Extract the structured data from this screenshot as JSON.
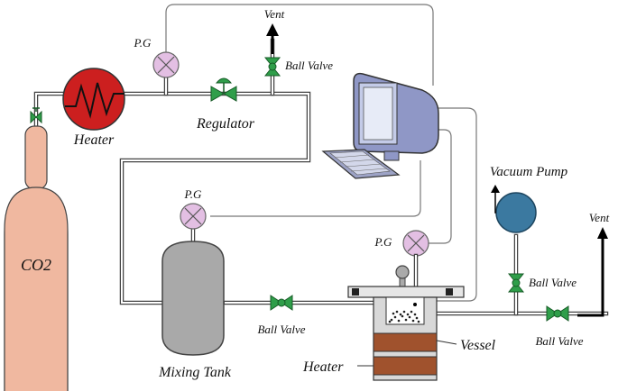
{
  "labels": {
    "vent_top": "Vent",
    "ball_valve_top": "Ball Valve",
    "pg_top": "P.G",
    "regulator": "Regulator",
    "heater_inline": "Heater",
    "co2": "CO2",
    "pg_mid": "P.G",
    "mixing_tank": "Mixing Tank",
    "ball_valve_tank": "Ball Valve",
    "pg_vessel": "P.G",
    "vessel": "Vessel",
    "heater_vessel": "Heater",
    "vacuum_pump": "Vacuum Pump",
    "ball_valve_pump": "Ball Valve",
    "ball_valve_vent": "Ball Valve",
    "vent_right": "Vent"
  },
  "colors": {
    "heater": "#cc1f1f",
    "cylinder": "#f0b8a0",
    "mixing_tank": "#a9a9a9",
    "gauge": "#e3bfe3",
    "valve": "#2f9e4a",
    "vacuum_pump": "#3b79a0",
    "vessel_band": "#a0522d",
    "monitor": "#8f97c6"
  }
}
